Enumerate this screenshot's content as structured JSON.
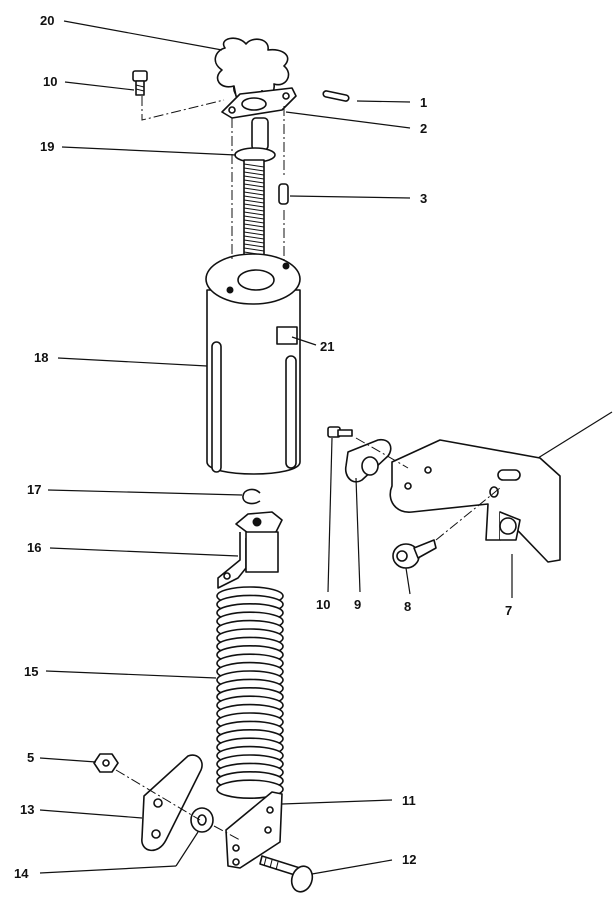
{
  "callouts": [
    {
      "id": "c1",
      "label": "1"
    },
    {
      "id": "c2",
      "label": "2"
    },
    {
      "id": "c3",
      "label": "3"
    },
    {
      "id": "c5",
      "label": "5"
    },
    {
      "id": "c7",
      "label": "7"
    },
    {
      "id": "c8",
      "label": "8"
    },
    {
      "id": "c9",
      "label": "9"
    },
    {
      "id": "c10a",
      "label": "10"
    },
    {
      "id": "c10b",
      "label": "10"
    },
    {
      "id": "c11",
      "label": "11"
    },
    {
      "id": "c12",
      "label": "12"
    },
    {
      "id": "c13",
      "label": "13"
    },
    {
      "id": "c14",
      "label": "14"
    },
    {
      "id": "c15",
      "label": "15"
    },
    {
      "id": "c16",
      "label": "16"
    },
    {
      "id": "c17",
      "label": "17"
    },
    {
      "id": "c18",
      "label": "18"
    },
    {
      "id": "c19",
      "label": "19"
    },
    {
      "id": "c20",
      "label": "20"
    },
    {
      "id": "c21",
      "label": "21"
    }
  ]
}
